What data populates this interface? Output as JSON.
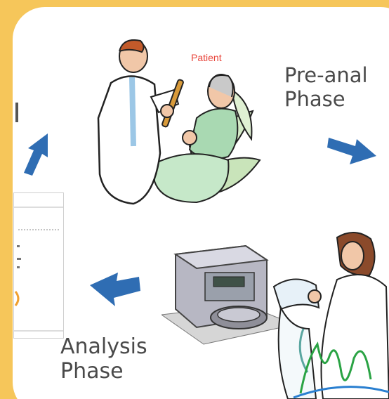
{
  "diagram": {
    "patient_label": "Patient",
    "phase_top": {
      "line1": "Pre-anal",
      "line2": "Phase"
    },
    "phase_bottom": {
      "line1": "Analysis",
      "line2": "Phase"
    },
    "colors": {
      "border": "#f6c65a",
      "panel": "#ffffff",
      "arrow": "#2f6db3",
      "label": "#4a4a4a",
      "patient": "#e8443a"
    }
  }
}
